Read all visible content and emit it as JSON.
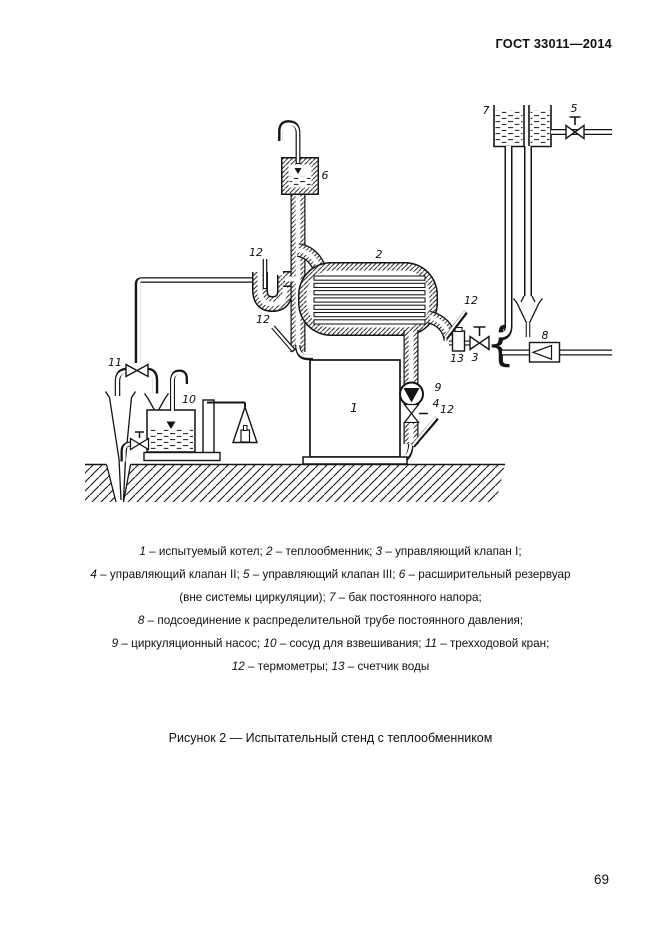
{
  "page": {
    "header": "ГОСТ 33011—2014",
    "page_number": "69"
  },
  "figure": {
    "caption": "Рисунок 2 — Испытательный стенд с теплообменником",
    "legend_lines": [
      [
        {
          "i": "1"
        },
        {
          "t": " – испытуемый котел; "
        },
        {
          "i": "2"
        },
        {
          "t": " – теплообменник; "
        },
        {
          "i": "3"
        },
        {
          "t": " – управляющий клапан I;"
        }
      ],
      [
        {
          "i": "4"
        },
        {
          "t": " – управляющий клапан II; "
        },
        {
          "i": "5"
        },
        {
          "t": " – управляющий клапан III; "
        },
        {
          "i": "6"
        },
        {
          "t": " – расширительный резервуар"
        }
      ],
      [
        {
          "t": "(вне системы циркуляции); "
        },
        {
          "i": "7"
        },
        {
          "t": " – бак постоянного напора;"
        }
      ],
      [
        {
          "i": "8"
        },
        {
          "t": " – подсоединение к распределительной трубе постоянного давления;"
        }
      ],
      [
        {
          "i": "9"
        },
        {
          "t": " – циркуляционный насос; "
        },
        {
          "i": "10"
        },
        {
          "t": " – сосуд для взвешивания; "
        },
        {
          "i": "11"
        },
        {
          "t": " – трехходовой кран;"
        }
      ],
      [
        {
          "i": "12"
        },
        {
          "t": " – термометры; "
        },
        {
          "i": "13"
        },
        {
          "t": " – счетчик воды"
        }
      ]
    ]
  },
  "diagram": {
    "brace": "{",
    "labels": {
      "boiler": "1",
      "heat_exchanger": "2",
      "control_valve_1": "3",
      "control_valve_2": "4",
      "control_valve_3": "5",
      "expansion_reservoir": "6",
      "head_tank": "7",
      "distribution_connection": "8",
      "circulation_pump": "9",
      "weighing_vessel": "10",
      "three_way_valve": "11",
      "thermometer": "12",
      "water_counter": "13"
    }
  }
}
